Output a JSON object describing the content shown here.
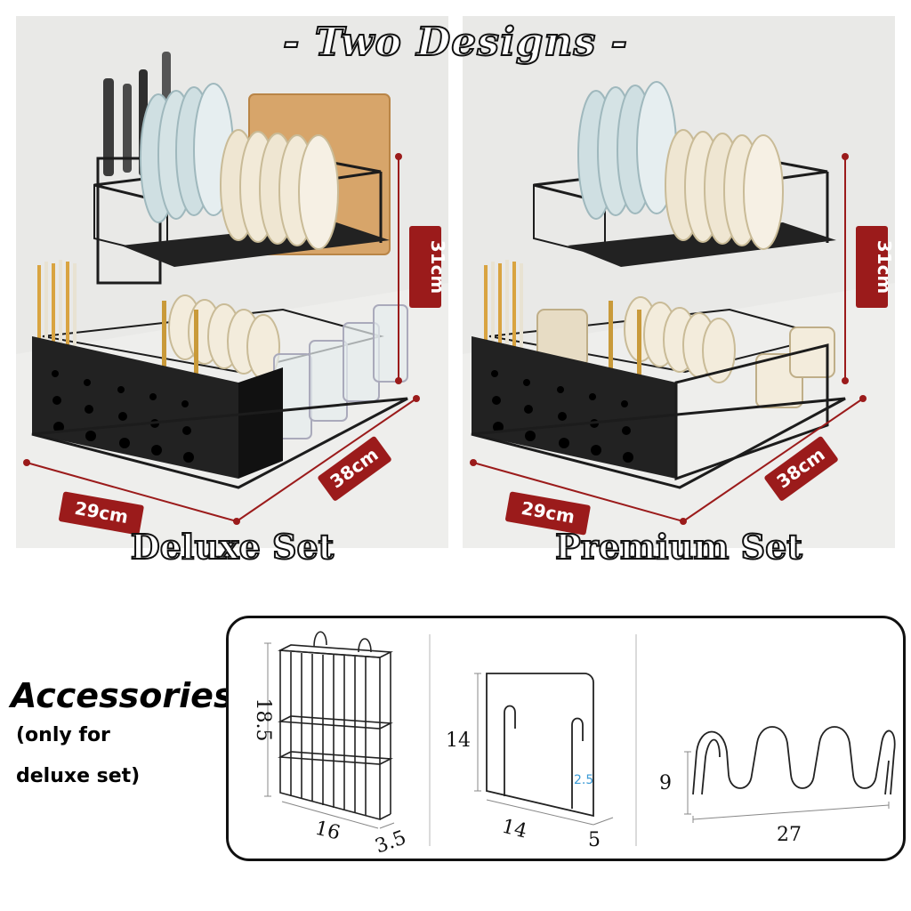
{
  "title": "- Two Designs -",
  "sets": [
    {
      "name": "Deluxe Set",
      "dims": {
        "width": "29cm",
        "depth": "38cm",
        "height": "31cm"
      }
    },
    {
      "name": "Premium Set",
      "dims": {
        "width": "29cm",
        "depth": "38cm",
        "height": "31cm"
      }
    }
  ],
  "accessories": {
    "title": "Accessories:",
    "note_line1": "(only for",
    "note_line2": "deluxe set)",
    "items": [
      {
        "name": "knife-holder",
        "dims": [
          "18.5",
          "16",
          "3.5"
        ]
      },
      {
        "name": "board-holder",
        "dims": [
          "14",
          "14",
          "5",
          "2.5"
        ]
      },
      {
        "name": "cup-holder",
        "dims": [
          "9",
          "27"
        ]
      }
    ]
  },
  "colors": {
    "tag_red": "#9b1b1b",
    "rack_black": "#1c1c1c",
    "plate_cream": "#efe6d2",
    "plate_blue": "#cfdfe2"
  }
}
